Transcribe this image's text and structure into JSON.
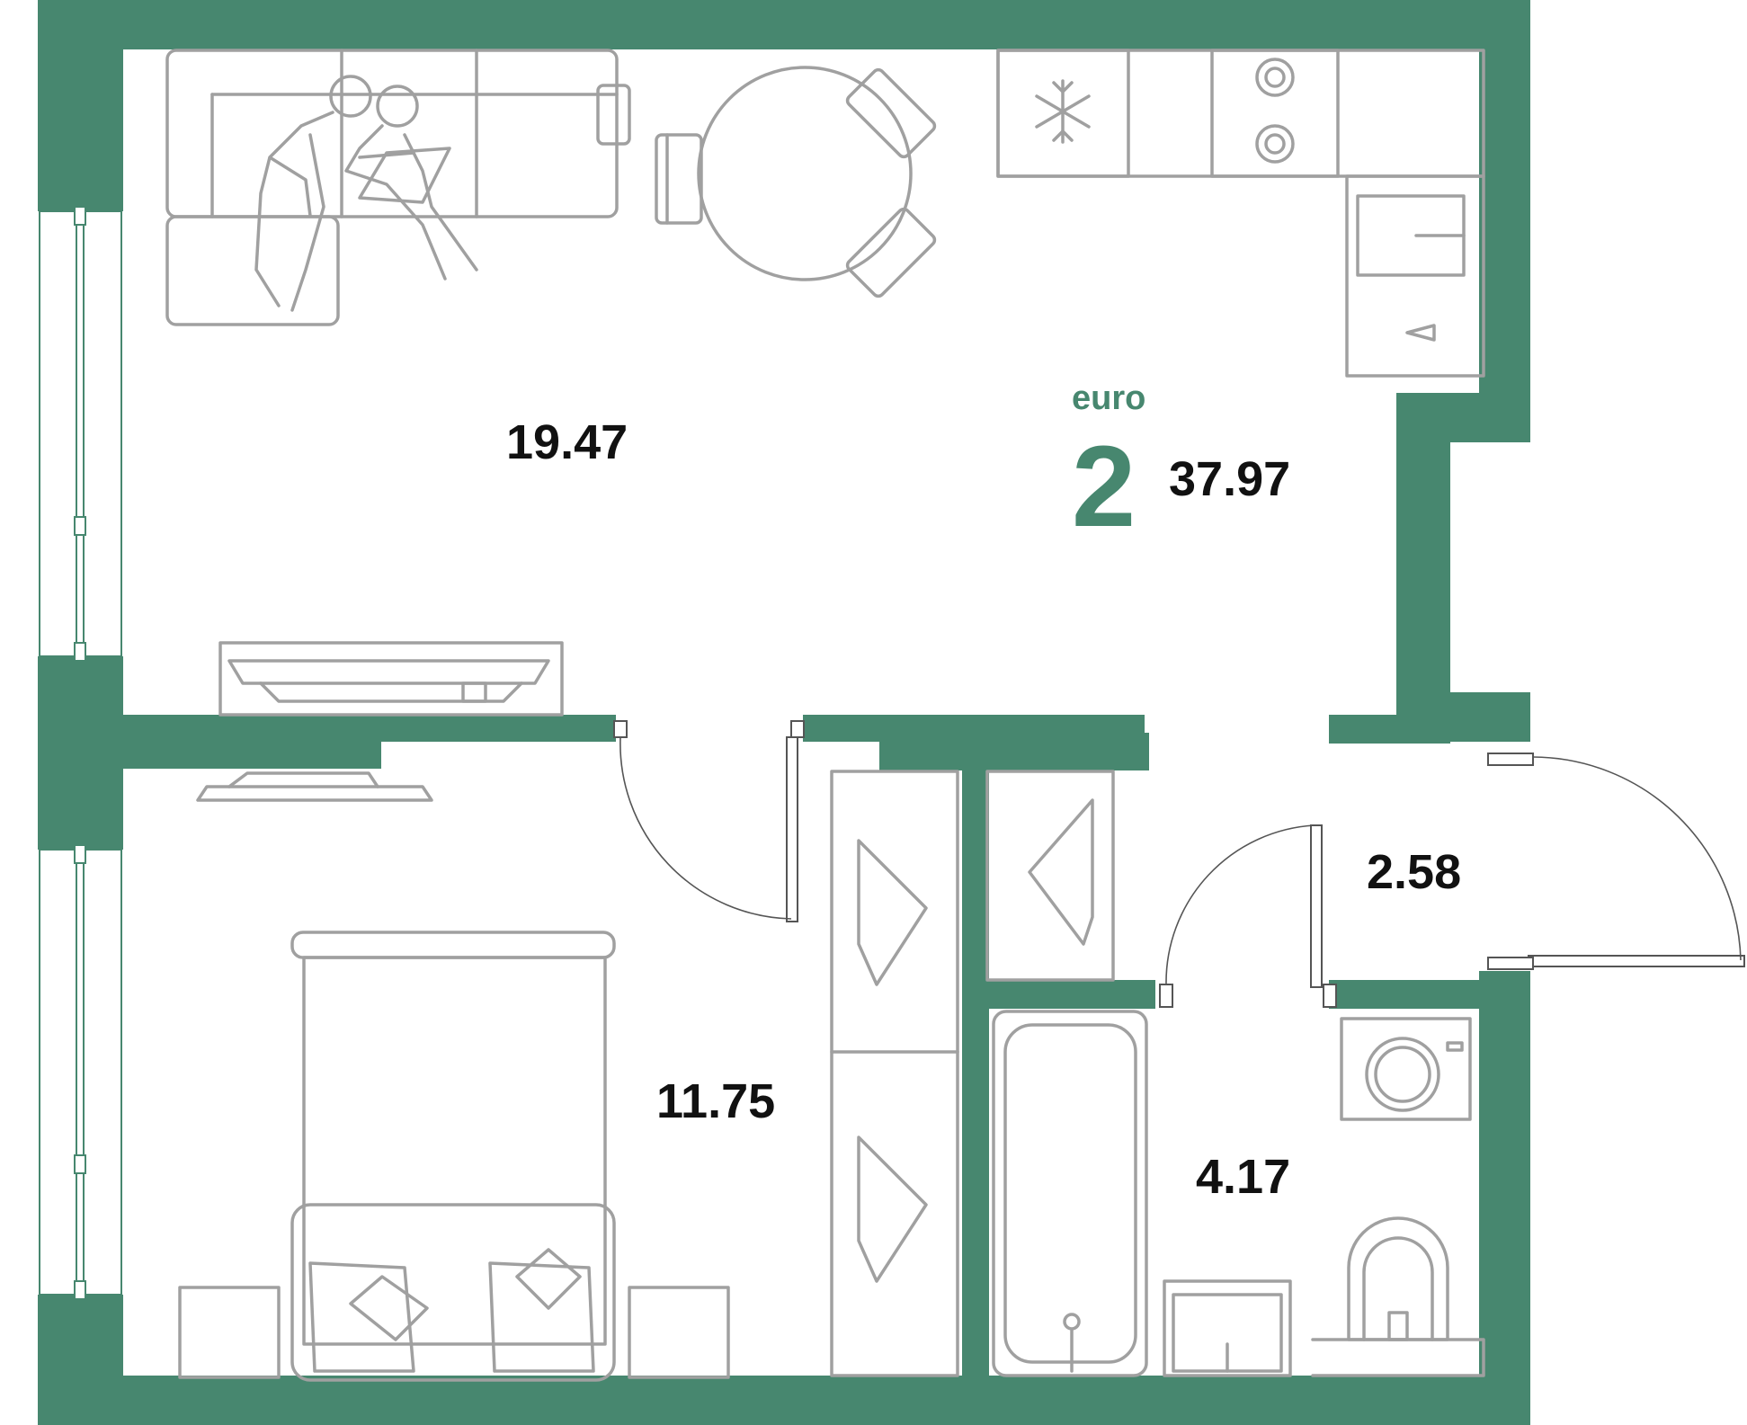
{
  "apartment": {
    "type_label": "euro",
    "rooms": "2",
    "total_area": "37.97"
  },
  "rooms": [
    {
      "id": "living",
      "area": "19.47"
    },
    {
      "id": "bedroom",
      "area": "11.75"
    },
    {
      "id": "hall",
      "area": "2.58"
    },
    {
      "id": "bathroom",
      "area": "4.17"
    }
  ],
  "colors": {
    "walls": "#47876f",
    "accent_text": "#47876f",
    "furniture": "#a0a0a0",
    "labels": "#111111"
  },
  "icons": [
    "snowflake-icon",
    "sink-icon",
    "faucet-icon",
    "washer-icon",
    "toilet-icon",
    "hanger-icon",
    "people-icon"
  ]
}
